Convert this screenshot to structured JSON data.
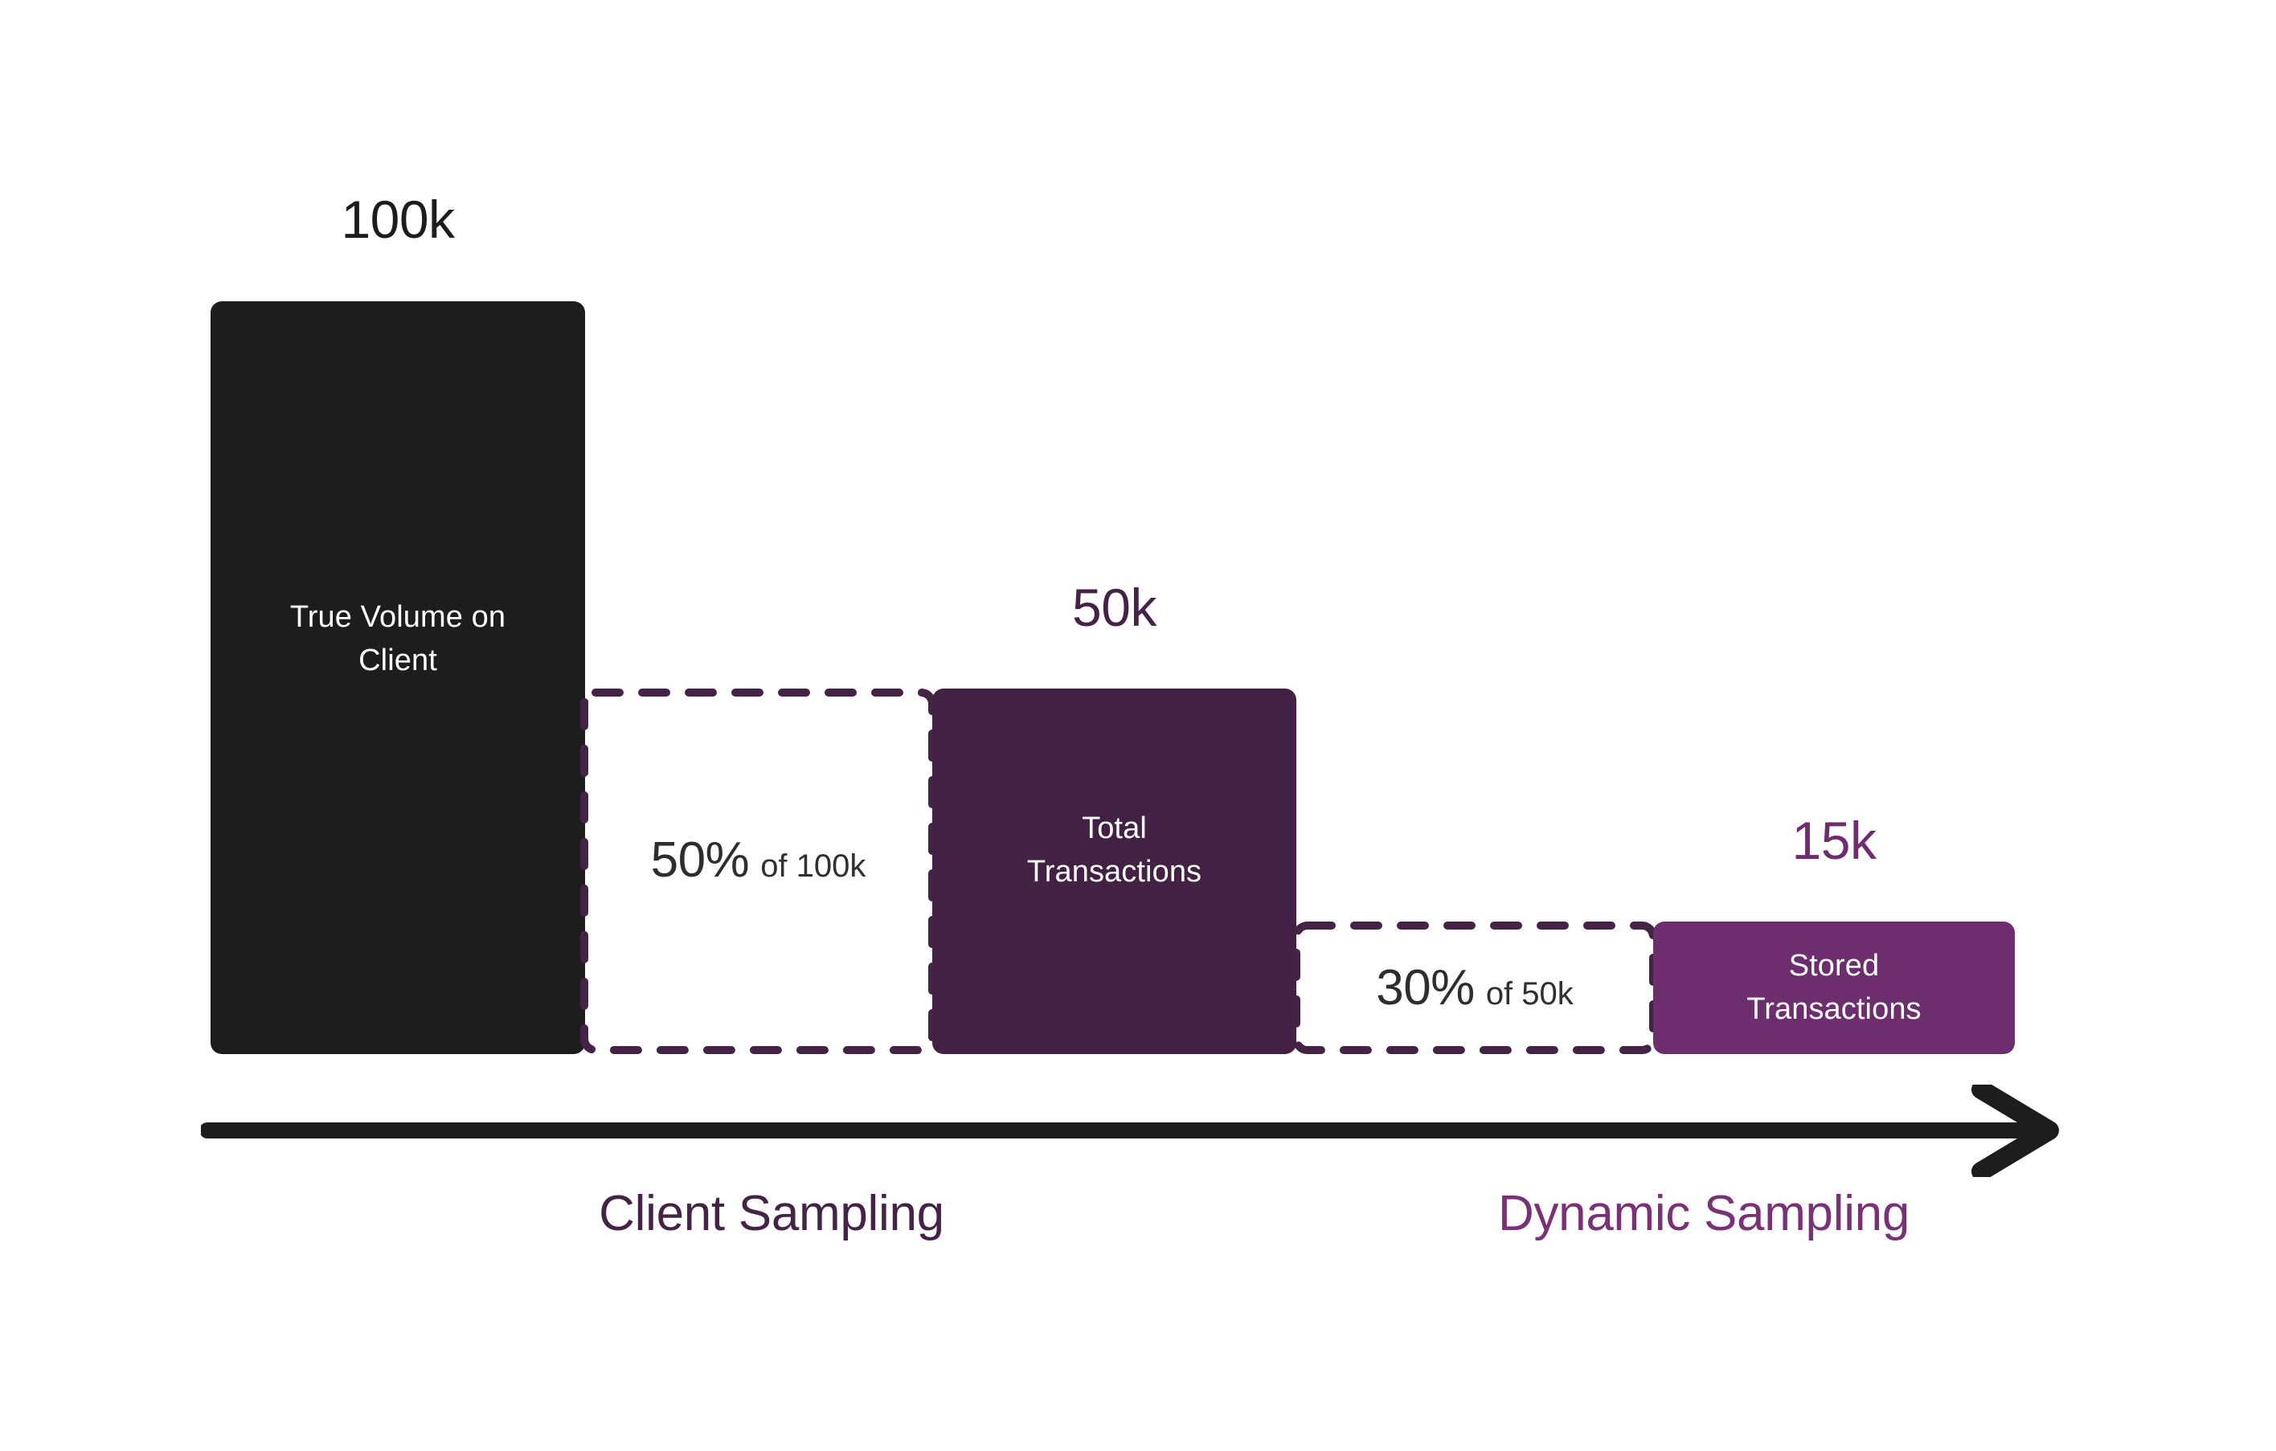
{
  "chart_data": {
    "type": "bar",
    "title": "",
    "xlabel": "",
    "ylabel": "",
    "categories": [
      "True Volume on Client",
      "Total Transactions",
      "Stored Transactions"
    ],
    "values": [
      100000,
      50000,
      15000
    ],
    "value_labels": [
      "100k",
      "50k",
      "15k"
    ],
    "grid": false,
    "legend": "none",
    "annotations": [
      {
        "text": "50% of 100k",
        "rate": "50%",
        "of": "of 100k",
        "stage": "Client Sampling"
      },
      {
        "text": "30% of 50k",
        "rate": "30%",
        "of": "of 50k",
        "stage": "Dynamic Sampling"
      }
    ],
    "stages": [
      "Client Sampling",
      "Dynamic Sampling"
    ],
    "axis_direction": "left-to-right arrow"
  },
  "bars": {
    "true_volume": {
      "label": "True Volume on\nClient",
      "value_label": "100k",
      "color": "#1D1D1D",
      "text_color": "#FFFFFF"
    },
    "total_transactions": {
      "label": "Total\nTransactions",
      "value_label": "50k",
      "color": "#422145",
      "text_color": "#FFFFFF"
    },
    "stored_transactions": {
      "label": "Stored\nTransactions",
      "value_label": "15k",
      "color": "#6E2D6E",
      "text_color": "#FFFFFF"
    }
  },
  "dropoffs": {
    "client": {
      "percent": "50%",
      "of_text": "of 100k",
      "border_color": "#452347"
    },
    "dynamic": {
      "percent": "30%",
      "of_text": "of 50k",
      "border_color": "#452347"
    }
  },
  "stages": {
    "client": "Client Sampling",
    "dynamic": "Dynamic Sampling"
  },
  "colors": {
    "background": "#FFFFFF",
    "black_bar": "#1D1D1D",
    "dark_purple": "#422145",
    "mid_purple": "#6E2D6E",
    "bright_purple": "#7A3177",
    "axis": "#1D1D1D",
    "label_dark": "#2E2E2E"
  }
}
